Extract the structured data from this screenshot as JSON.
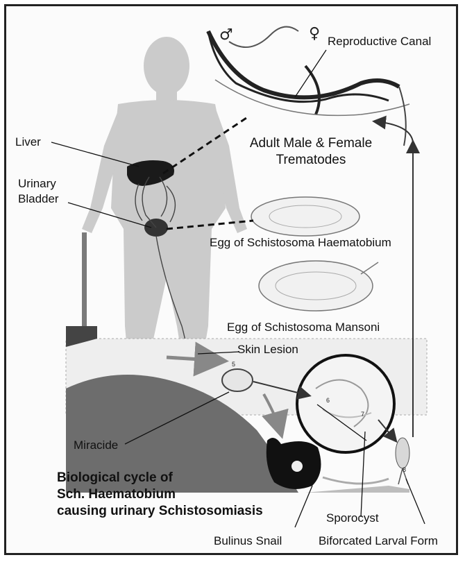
{
  "labels": {
    "reproductive_canal": "Reproductive Canal",
    "liver": "Liver",
    "urinary_bladder_line1": "Urinary",
    "urinary_bladder_line2": "Bladder",
    "adult_line1": "Adult Male & Female",
    "adult_line2": "Trematodes",
    "egg_haematobium": "Egg of Schistosoma Haematobium",
    "egg_mansoni": "Egg of Schistosoma Mansoni",
    "skin_lesion": "Skin Lesion",
    "miracide": "Miracide",
    "sporocyst": "Sporocyst",
    "bulinus_snail": "Bulinus Snail",
    "biforcated_larval_form": "Biforcated Larval Form"
  },
  "caption": {
    "line1": "Biological cycle of",
    "line2": "Sch. Haematobium",
    "line3": "causing urinary Schistosomiasis"
  },
  "symbols": {
    "male": "♂",
    "female": "♀"
  },
  "stage_numbers": [
    "5",
    "6",
    "7",
    "8"
  ],
  "colors": {
    "border": "#222222",
    "body_silhouette": "#c9c9c9",
    "ground": "#6d6d6d",
    "organ": "#1a1a1a"
  }
}
